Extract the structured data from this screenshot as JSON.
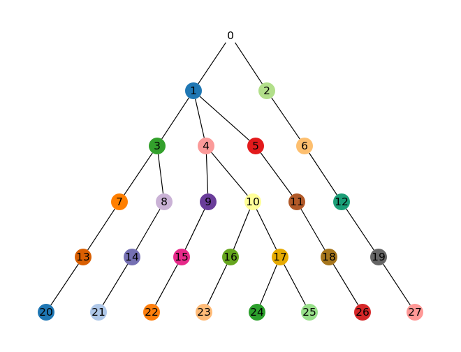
{
  "tree": {
    "nodes": [
      {
        "id": "0",
        "label": "0",
        "color": "#ffffff"
      },
      {
        "id": "1",
        "label": "1",
        "color": "#1f77b4"
      },
      {
        "id": "2",
        "label": "2",
        "color": "#b2df8a"
      },
      {
        "id": "3",
        "label": "3",
        "color": "#33a02c"
      },
      {
        "id": "4",
        "label": "4",
        "color": "#fb9a99"
      },
      {
        "id": "5",
        "label": "5",
        "color": "#e31a1c"
      },
      {
        "id": "6",
        "label": "6",
        "color": "#fdbf6f"
      },
      {
        "id": "7",
        "label": "7",
        "color": "#ff7f00"
      },
      {
        "id": "8",
        "label": "8",
        "color": "#cab2d6"
      },
      {
        "id": "9",
        "label": "9",
        "color": "#6a3d9a"
      },
      {
        "id": "10",
        "label": "10",
        "color": "#ffff99"
      },
      {
        "id": "11",
        "label": "11",
        "color": "#b15928"
      },
      {
        "id": "12",
        "label": "12",
        "color": "#1b9e77"
      },
      {
        "id": "13",
        "label": "13",
        "color": "#d95f02"
      },
      {
        "id": "14",
        "label": "14",
        "color": "#7570b3"
      },
      {
        "id": "15",
        "label": "15",
        "color": "#e7298a"
      },
      {
        "id": "16",
        "label": "16",
        "color": "#66a61e"
      },
      {
        "id": "17",
        "label": "17",
        "color": "#e6ab02"
      },
      {
        "id": "18",
        "label": "18",
        "color": "#a6761d"
      },
      {
        "id": "19",
        "label": "19",
        "color": "#666666"
      },
      {
        "id": "20",
        "label": "20",
        "color": "#1f77b4"
      },
      {
        "id": "21",
        "label": "21",
        "color": "#aec7e8"
      },
      {
        "id": "22",
        "label": "22",
        "color": "#ff7f0e"
      },
      {
        "id": "23",
        "label": "23",
        "color": "#ffbb78"
      },
      {
        "id": "24",
        "label": "24",
        "color": "#2ca02c"
      },
      {
        "id": "25",
        "label": "25",
        "color": "#98df8a"
      },
      {
        "id": "26",
        "label": "26",
        "color": "#d62728"
      },
      {
        "id": "27",
        "label": "27",
        "color": "#ff9896"
      }
    ],
    "edges": [
      [
        "0",
        "1"
      ],
      [
        "0",
        "2"
      ],
      [
        "1",
        "3"
      ],
      [
        "1",
        "4"
      ],
      [
        "1",
        "5"
      ],
      [
        "2",
        "6"
      ],
      [
        "3",
        "7"
      ],
      [
        "3",
        "8"
      ],
      [
        "4",
        "9"
      ],
      [
        "4",
        "10"
      ],
      [
        "5",
        "11"
      ],
      [
        "6",
        "12"
      ],
      [
        "7",
        "13"
      ],
      [
        "8",
        "14"
      ],
      [
        "9",
        "15"
      ],
      [
        "10",
        "16"
      ],
      [
        "10",
        "17"
      ],
      [
        "11",
        "18"
      ],
      [
        "12",
        "19"
      ],
      [
        "13",
        "20"
      ],
      [
        "14",
        "21"
      ],
      [
        "15",
        "22"
      ],
      [
        "16",
        "23"
      ],
      [
        "17",
        "24"
      ],
      [
        "17",
        "25"
      ],
      [
        "18",
        "26"
      ],
      [
        "19",
        "27"
      ]
    ]
  }
}
